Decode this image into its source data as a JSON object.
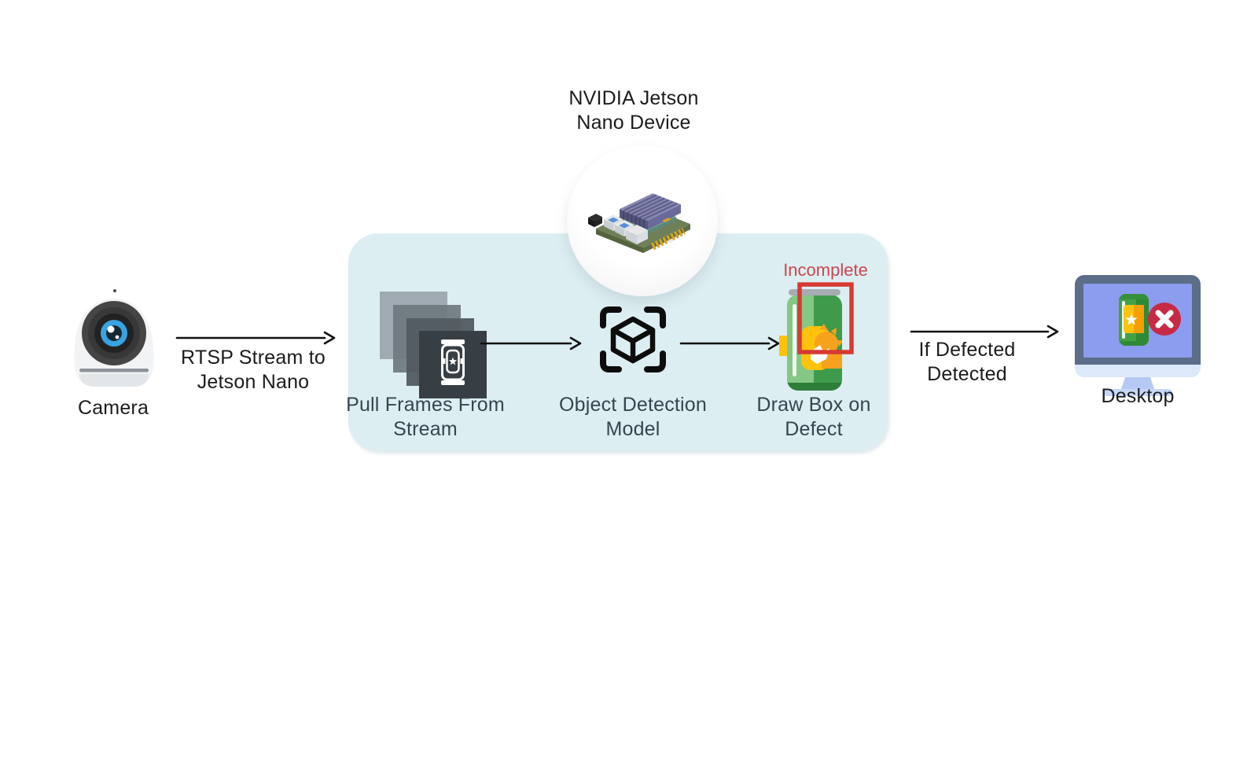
{
  "device_title": {
    "line1": "NVIDIA Jetson",
    "line2": "Nano Device"
  },
  "camera": {
    "label": "Camera"
  },
  "rtsp_arrow": {
    "label_line1": "RTSP Stream to",
    "label_line2": "Jetson Nano"
  },
  "pipeline": {
    "pull_frames": {
      "label_line1": "Pull Frames From",
      "label_line2": "Stream"
    },
    "object_detection": {
      "label_line1": "Object Detection",
      "label_line2": "Model"
    },
    "draw_box": {
      "label_line1": "Draw Box on",
      "label_line2": "Defect",
      "defect_tag": "Incomplete"
    }
  },
  "defect_arrow": {
    "label_line1": "If Defected",
    "label_line2": "Detected"
  },
  "desktop": {
    "label": "Desktop"
  },
  "icons": {
    "camera": "dome-camera-icon",
    "jetson_board": "jetson-nano-board-icon",
    "pull_frames": "stacked-frames-can-icon",
    "object_detection": "cube-scan-icon",
    "draw_box": "defect-can-bounding-box-icon",
    "desktop": "monitor-rejected-can-icon",
    "flow": "arrow-right-icon"
  },
  "colors": {
    "background": "#ffffff",
    "pipeline_bg": "#dceef2",
    "step_label": "#36454e",
    "heading_text": "#1c1c1c",
    "incomplete_red": "#c9474f",
    "bounding_box_red": "#d63a31",
    "can_green": "#3f9b4b",
    "can_light_green": "#85c785",
    "label_yellow": "#ffc30e",
    "label_orange": "#f6a21d",
    "monitor_frame": "#5b6d89",
    "monitor_screen": "#8c9cee",
    "reject_badge_red": "#c62a46",
    "arrow": "#111111"
  }
}
